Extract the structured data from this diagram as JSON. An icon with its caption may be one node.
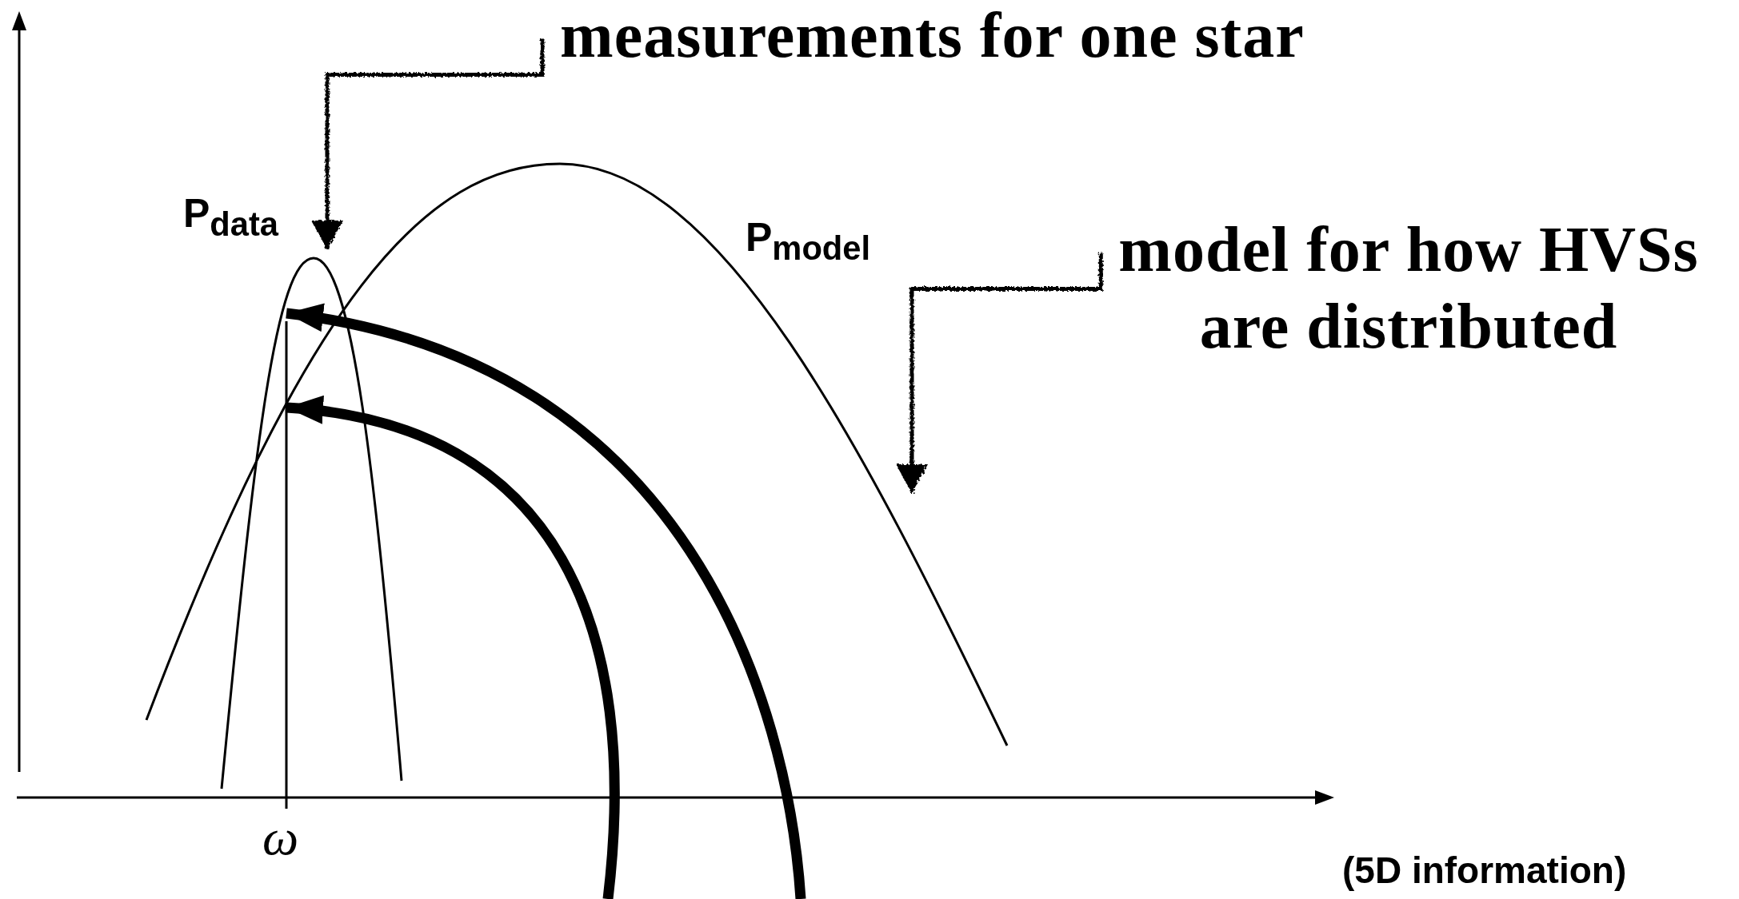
{
  "diagram": {
    "nodes": [
      {
        "text": [
          "measurements for one star"
        ]
      },
      {
        "text": [
          "model for how HVSs are distributed"
        ]
      },
      {
        "text": [
          "P$_{data}$"
        ]
      },
      {
        "text": [
          "P$_{model}$"
        ]
      }
    ],
    "edges": [
      {
        "from": 0,
        "to": 2,
        "arrow": "to"
      },
      {
        "from": 1,
        "to": 3,
        "arrow": "to"
      },
      {
        "from": null,
        "to": 2,
        "arrow": "to",
        "style": "thick"
      },
      {
        "from": null,
        "to": 3,
        "arrow": "to",
        "style": "thick"
      }
    ],
    "labels": [
      "ω",
      "(5D information)"
    ]
  }
}
